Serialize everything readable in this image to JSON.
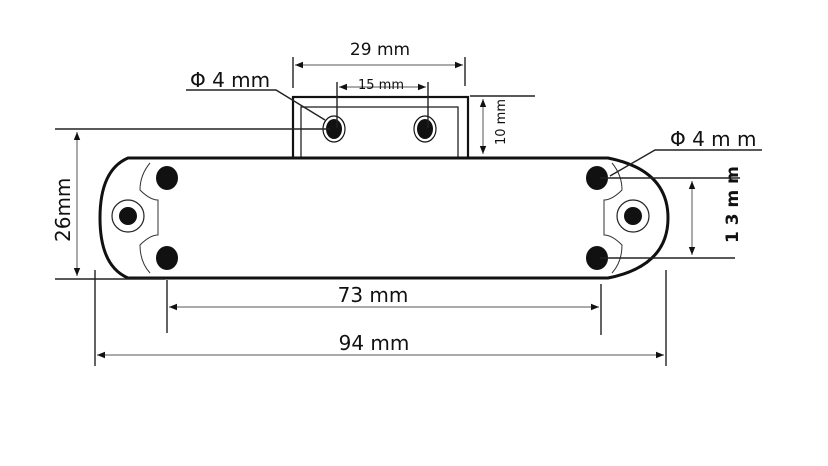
{
  "labels": {
    "width_bracket": "29 mm",
    "hole_spacing_bracket": "15 mm",
    "hole_dia_bracket": "Φ 4 mm",
    "bracket_height": "10 mm",
    "hole_dia_body": "Φ 4 m m",
    "body_height": "26mm",
    "hole_spacing_vertical": "1 3 m m",
    "hole_spacing_horizontal": "73 mm",
    "overall_length": "94 mm"
  },
  "colors": {
    "line": "#111111",
    "dim_line": "#555555"
  }
}
